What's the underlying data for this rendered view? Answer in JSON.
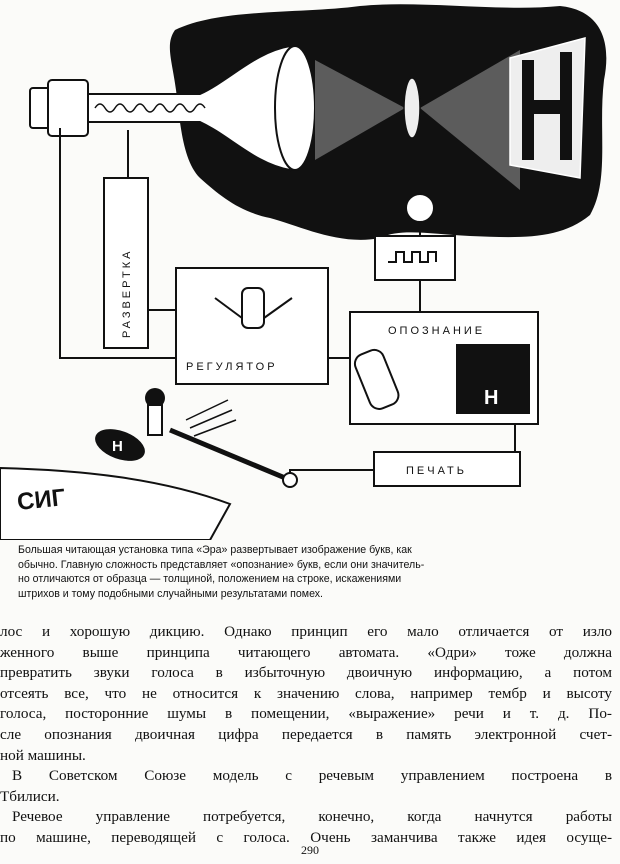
{
  "illustration": {
    "labels": {
      "scan": "РАЗВЕРТКА",
      "regulator": "РЕГУЛЯТОР",
      "recognition": "ОПОЗНАНИЕ",
      "print": "ПЕЧАТЬ",
      "letter": "Н",
      "printed_fragment": "СИГ"
    }
  },
  "caption": {
    "lines": [
      "Большая читающая установка типа «Эра» развертывает изображение букв, как",
      "обычно. Главную сложность представляет «опознание» букв, если они значитель-",
      "но отличаются от образца — толщиной, положением на строке, искажениями",
      "штрихов и тому подобными случайными результатами помех."
    ]
  },
  "body": {
    "lines": [
      "лос и хорошую дикцию. Однако принцип его мало отличается от изло",
      "женного выше принципа читающего автомата. «Одри» тоже должна",
      "превратить звуки голоса в избыточную двоичную информацию, а потом",
      "отсеять все, что не относится к значению слова, например тембр и высоту",
      "голоса, посторонние шумы в помещении, «выражение» речи и т. д. По-",
      "сле опознания двоичная цифра передается в память электронной счет-",
      "ной машины.",
      "В Советском Союзе модель с речевым управлением построена в",
      "Тбилиси.",
      "Речевое управление потребуется, конечно, когда начнутся работы",
      "по машине, переводящей с голоса. Очень заманчива также идея осуще-"
    ]
  },
  "page_number": "290"
}
